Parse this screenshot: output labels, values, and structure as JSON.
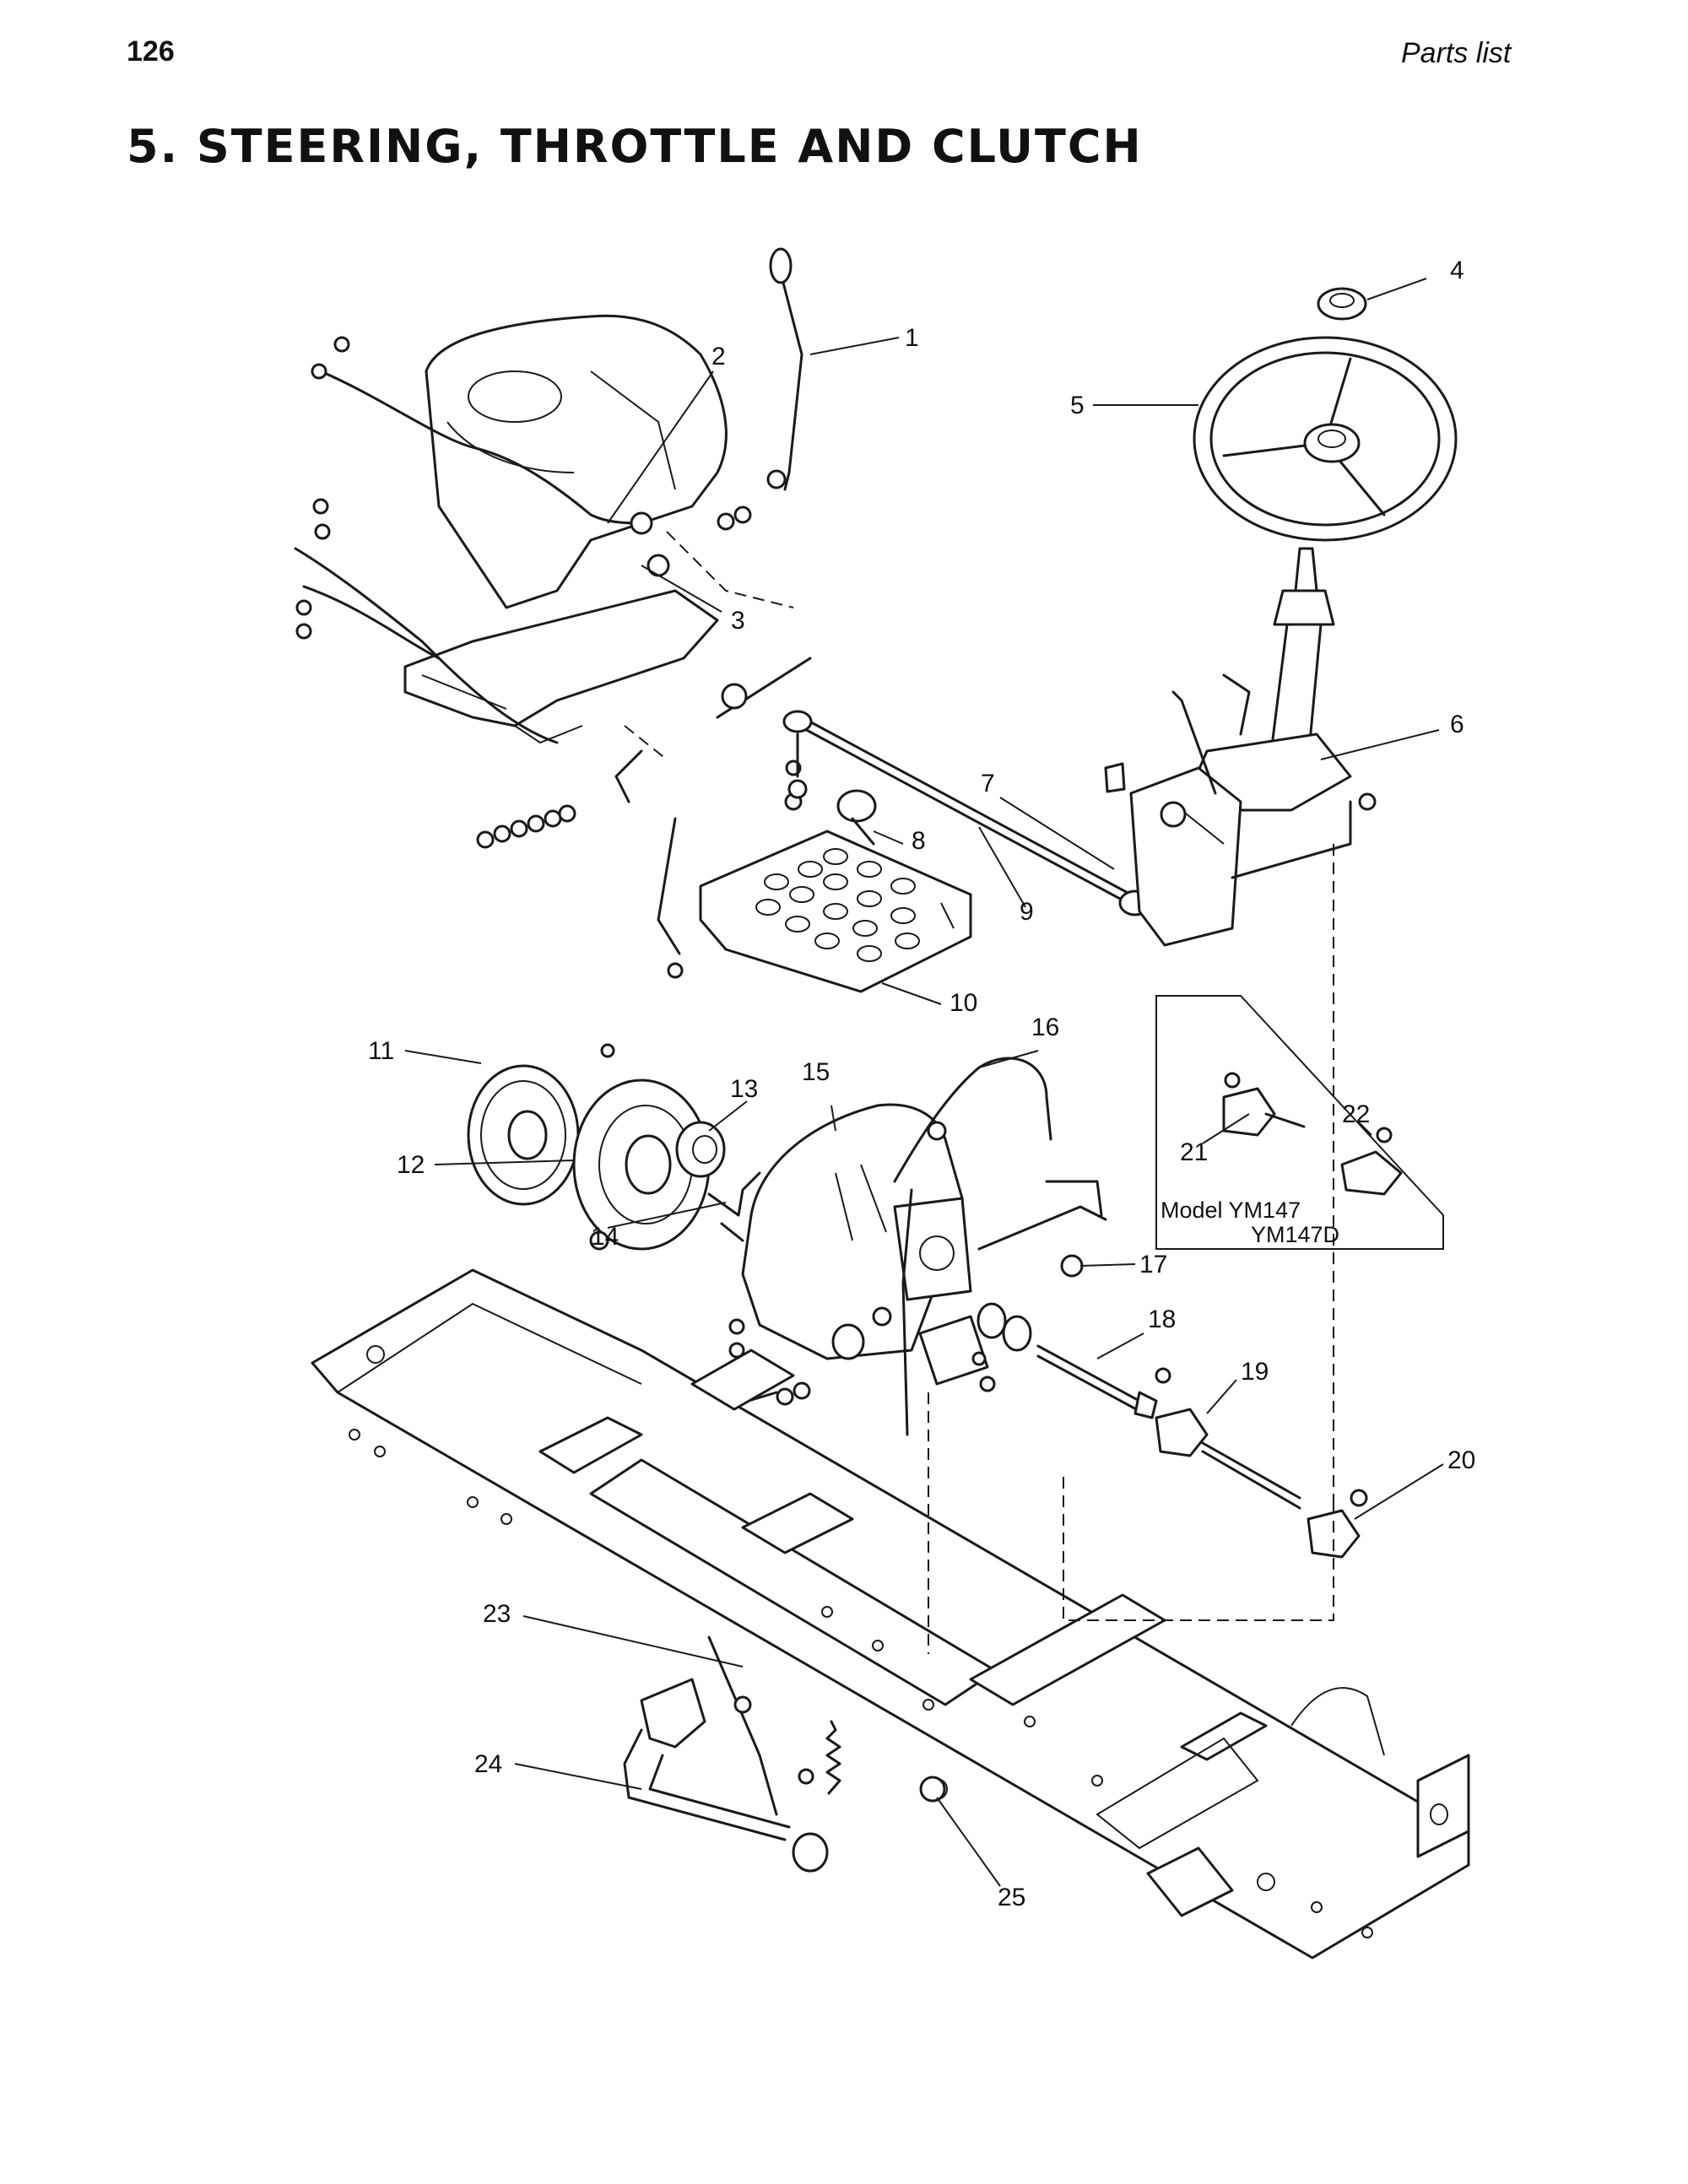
{
  "header": {
    "page_number": "126",
    "section_label": "Parts list"
  },
  "title": "5. STEERING, THROTTLE AND CLUTCH",
  "callouts": [
    "1",
    "2",
    "3",
    "4",
    "5",
    "6",
    "7",
    "8",
    "9",
    "10",
    "11",
    "12",
    "13",
    "14",
    "15",
    "16",
    "17",
    "18",
    "19",
    "20",
    "21",
    "22",
    "23",
    "24",
    "25"
  ],
  "inset": {
    "model_line1": "Model YM147",
    "model_line2": "YM147D"
  }
}
